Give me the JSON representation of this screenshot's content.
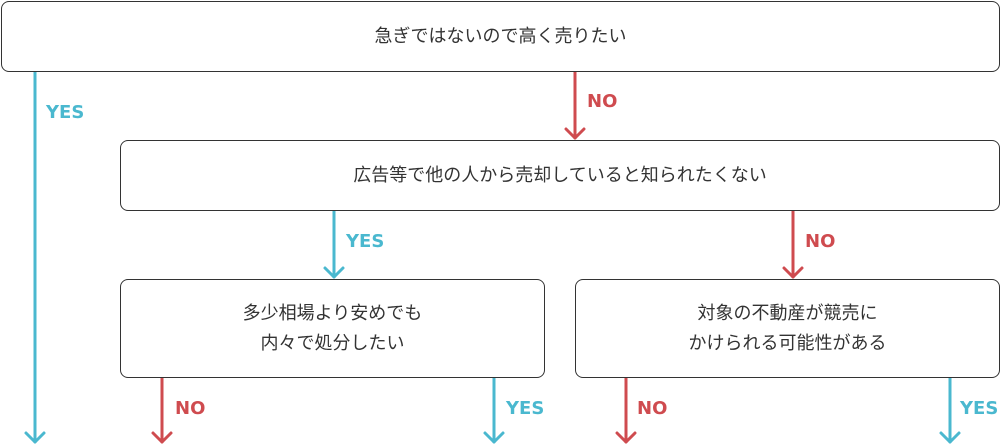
{
  "colors": {
    "yes": "#4ab8cf",
    "no": "#cf4b4f",
    "border": "#333333",
    "text": "#333333"
  },
  "nodes": {
    "top": "急ぎではないので高く売りたい",
    "mid": "広告等で他の人から売却していると知られたくない",
    "left_line1": "多少相場より安めでも",
    "left_line2": "内々で処分したい",
    "right_line1": "対象の不動産が競売に",
    "right_line2": "かけられる可能性がある"
  },
  "labels": {
    "top_yes": "YES",
    "top_no": "NO",
    "mid_yes": "YES",
    "mid_no": "NO",
    "left_no": "NO",
    "left_yes": "YES",
    "right_no": "NO",
    "right_yes": "YES"
  }
}
